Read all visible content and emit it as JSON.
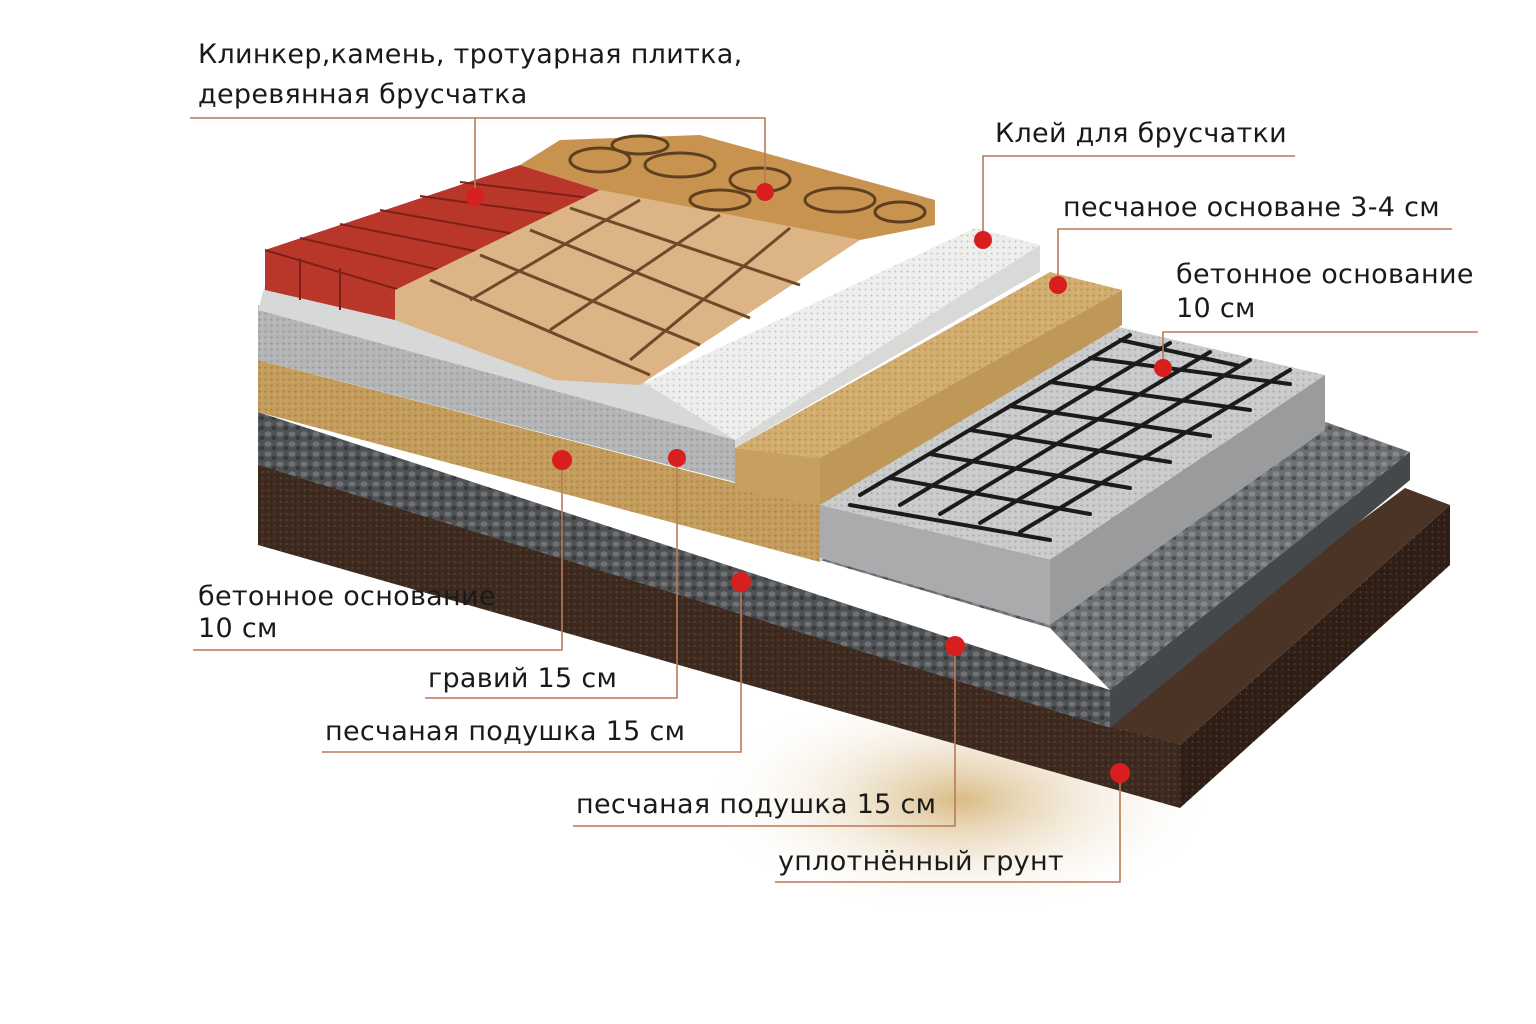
{
  "labels": {
    "top_line1": "Клинкер,камень, тротуарная плитка,",
    "top_line2": "деревянная брусчатка",
    "glue": "Клей для брусчатки",
    "sand_base": "песчаное основане 3-4 см",
    "concrete_right_line1": "бетонное основание",
    "concrete_right_line2": "10 см",
    "concrete_left_line1": "бетонное основание",
    "concrete_left_line2": "10 см",
    "gravel": "гравий 15 см",
    "sand_cushion_1": "песчаная подушка 15 см",
    "sand_cushion_2": "песчаная подушка 15 см",
    "soil": "уплотнённый грунт"
  },
  "colors": {
    "leader": "#b87a56",
    "dot": "#d81f1f",
    "soil": "#3e2a1f",
    "gravel": "#5a5d60",
    "sand": "#c9a467",
    "concrete": "#b9bbbd",
    "glue": "#e9e9e7",
    "brick": "#b8372a",
    "tile": "#e0b88a",
    "stone": "#c8934f"
  }
}
